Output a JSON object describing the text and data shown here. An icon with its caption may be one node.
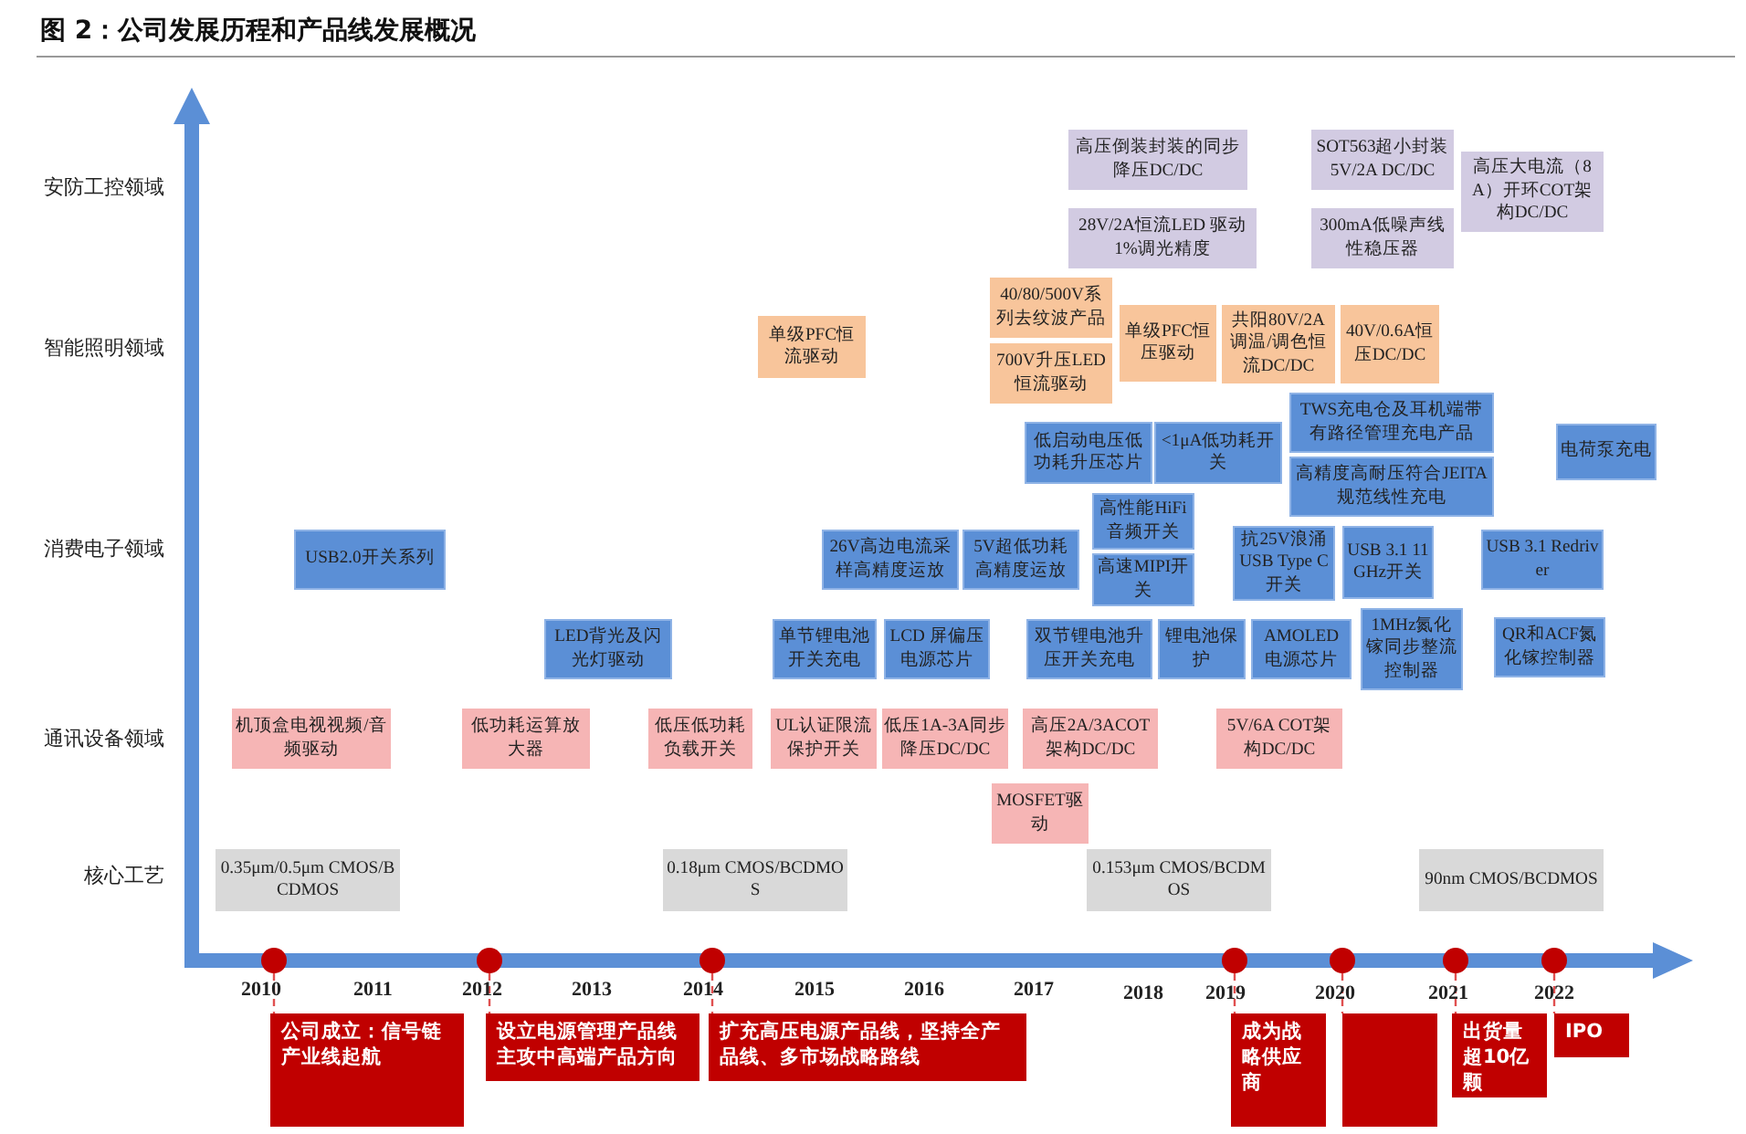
{
  "diagram": {
    "title": "图 2：公司发展历程和产品线发展概况",
    "nodes": [
      {
        "text": [
          "高压倒装封装的同步降压DC/DC"
        ]
      },
      {
        "text": [
          "28V/2A恒流LED 驱动1%调光精度"
        ]
      },
      {
        "text": [
          "SOT563超小封装5V/2A DC/DC"
        ]
      },
      {
        "text": [
          "300mA低噪声线性稳压器"
        ]
      },
      {
        "text": [
          "高压大电流（8A）开环COT架构DC/DC"
        ]
      },
      {
        "text": [
          "单级PFC恒流驱动"
        ]
      },
      {
        "text": [
          "40/80/500V系列去纹波产品"
        ]
      },
      {
        "text": [
          "700V升压LED恒流驱动"
        ]
      },
      {
        "text": [
          "单级PFC恒压驱动"
        ]
      },
      {
        "text": [
          "共阳80V/2A调温/调色恒流DC/DC"
        ]
      },
      {
        "text": [
          "40V/0.6A恒压DC/DC"
        ]
      },
      {
        "text": [
          "TWS充电仓及耳机端带有路径管理充电产品"
        ]
      },
      {
        "text": [
          "低启动电压低功耗升压芯片"
        ]
      },
      {
        "text": [
          "<1μA低功耗开关"
        ]
      },
      {
        "text": [
          "高精度高耐压符合JEITA规范线性充电"
        ]
      },
      {
        "text": [
          "电荷泵充电"
        ]
      },
      {
        "text": [
          "USB2.0开关系列"
        ]
      },
      {
        "text": [
          "高性能HiFi音频开关"
        ]
      },
      {
        "text": [
          "26V高边电流采样高精度运放"
        ]
      },
      {
        "text": [
          "5V超低功耗高精度运放"
        ]
      },
      {
        "text": [
          "高速MIPI开关"
        ]
      },
      {
        "text": [
          "抗25V浪涌USB Type C开关"
        ]
      },
      {
        "text": [
          "USB 3.1 11GHz开关"
        ]
      },
      {
        "text": [
          "USB 3.1 Redriver"
        ]
      },
      {
        "text": [
          "LED背光及闪光灯驱动"
        ]
      },
      {
        "text": [
          "单节锂电池开关充电"
        ]
      },
      {
        "text": [
          "LCD 屏偏压电源芯片"
        ]
      },
      {
        "text": [
          "双节锂电池升压开关充电"
        ]
      },
      {
        "text": [
          "锂电池保护"
        ]
      },
      {
        "text": [
          "AMOLED电源芯片"
        ]
      },
      {
        "text": [
          "1MHz氮化镓同步整流控制器"
        ]
      },
      {
        "text": [
          "QR和ACF氮化镓控制器"
        ]
      },
      {
        "text": [
          "机顶盒电视视频/音频驱动"
        ]
      },
      {
        "text": [
          "低功耗运算放大器"
        ]
      },
      {
        "text": [
          "低压低功耗负载开关"
        ]
      },
      {
        "text": [
          "UL认证限流保护开关"
        ]
      },
      {
        "text": [
          "低压1A-3A同步降压DC/DC"
        ]
      },
      {
        "text": [
          "高压2A/3ACOT架构DC/DC"
        ]
      },
      {
        "text": [
          "5V/6A COT架构DC/DC"
        ]
      },
      {
        "text": [
          "MOSFET驱动"
        ]
      },
      {
        "text": [
          "0.35μm/0.5μm CMOS/BCDMOS"
        ]
      },
      {
        "text": [
          "0.18μm CMOS/BCDMOS"
        ]
      },
      {
        "text": [
          "0.153μm CMOS/BCDMOS"
        ]
      },
      {
        "text": [
          "90nm CMOS/BCDMOS"
        ]
      },
      {
        "text": [],
        "shape": "circle"
      },
      {
        "text": [],
        "shape": "circle"
      },
      {
        "text": [],
        "shape": "circle"
      },
      {
        "text": [],
        "shape": "circle"
      },
      {
        "text": [],
        "shape": "circle"
      },
      {
        "text": [],
        "shape": "circle"
      },
      {
        "text": [],
        "shape": "circle"
      },
      {
        "text": [
          "公司成立：信号链产业线起航"
        ]
      },
      {
        "text": [
          "设立电源管理产品线主攻中高端产品方向"
        ]
      },
      {
        "text": [
          "扩充高压电源产品线，坚持全产品线、多市场战略路线"
        ]
      },
      {
        "text": [
          "成为战略供应商"
        ]
      },
      {
        "text": [],
        "shape": "box"
      },
      {
        "text": [
          "出货量超10亿颗"
        ]
      },
      {
        "text": [
          "IPO"
        ]
      }
    ],
    "edges": [
      {
        "from": 44,
        "to": 51,
        "arrow": "none",
        "style": "dashed"
      },
      {
        "from": 45,
        "to": 52,
        "arrow": "none",
        "style": "dashed"
      },
      {
        "from": 46,
        "to": 53,
        "arrow": "none",
        "style": "dashed"
      },
      {
        "from": 47,
        "to": 54,
        "arrow": "none",
        "style": "dashed"
      },
      {
        "from": 48,
        "to": 55,
        "arrow": "none",
        "style": "dashed"
      },
      {
        "from": 49,
        "to": 56,
        "arrow": "none",
        "style": "dashed"
      },
      {
        "from": 50,
        "to": 57,
        "arrow": "none",
        "style": "dashed"
      }
    ],
    "labels": [
      "安防工控领域",
      "智能照明领域",
      "消费电子领域",
      "通讯设备领域",
      "核心工艺",
      "2010",
      "2011",
      "2012",
      "2013",
      "2014",
      "2015",
      "2016",
      "2017",
      "2018",
      "2019",
      "2020",
      "2021",
      "2022"
    ]
  }
}
